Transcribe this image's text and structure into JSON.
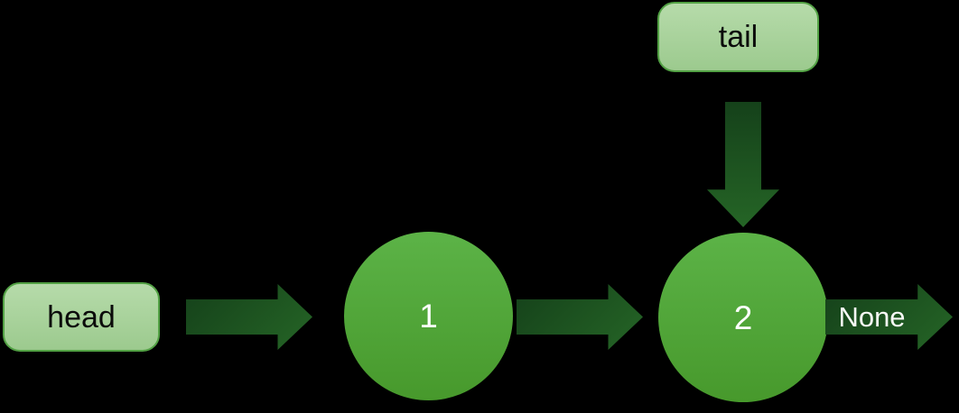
{
  "diagram": {
    "type": "linked-list",
    "labels": {
      "head": "head",
      "tail": "tail",
      "none": "None"
    },
    "nodes": [
      {
        "id": "node-1",
        "value": "1"
      },
      {
        "id": "node-2",
        "value": "2"
      }
    ],
    "edges": [
      {
        "from": "head",
        "to": "node-1",
        "direction": "right"
      },
      {
        "from": "node-1",
        "to": "node-2",
        "direction": "right"
      },
      {
        "from": "tail",
        "to": "node-2",
        "direction": "down"
      },
      {
        "from": "node-2",
        "to": "None",
        "direction": "right"
      }
    ],
    "colors": {
      "background": "#000000",
      "label_box_top": "#b6dbaa",
      "label_box_bottom": "#9cca8e",
      "label_box_border": "#52a144",
      "label_text": "#0b0b0b",
      "node_top": "#5cb347",
      "node_bottom": "#47992c",
      "node_text": "#ffffff",
      "arrow_dark": "#15411a",
      "arrow_light": "#256526",
      "none_text": "#f7f8f5"
    }
  }
}
